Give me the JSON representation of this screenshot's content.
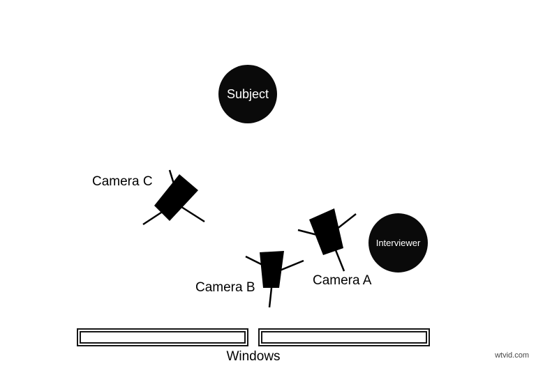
{
  "diagram": {
    "subject": {
      "label": "Subject"
    },
    "interviewer": {
      "label": "Interviewer"
    },
    "cameras": [
      {
        "label": "Camera C"
      },
      {
        "label": "Camera B"
      },
      {
        "label": "Camera A"
      }
    ],
    "windows": {
      "label": "Windows",
      "pane_count": 2
    },
    "watermark": "wtvid.com",
    "colors": {
      "background": "#ffffff",
      "shape_fill": "#000000",
      "circle_text": "#ffffff",
      "label_text": "#000000",
      "watermark_text": "#454545"
    }
  }
}
